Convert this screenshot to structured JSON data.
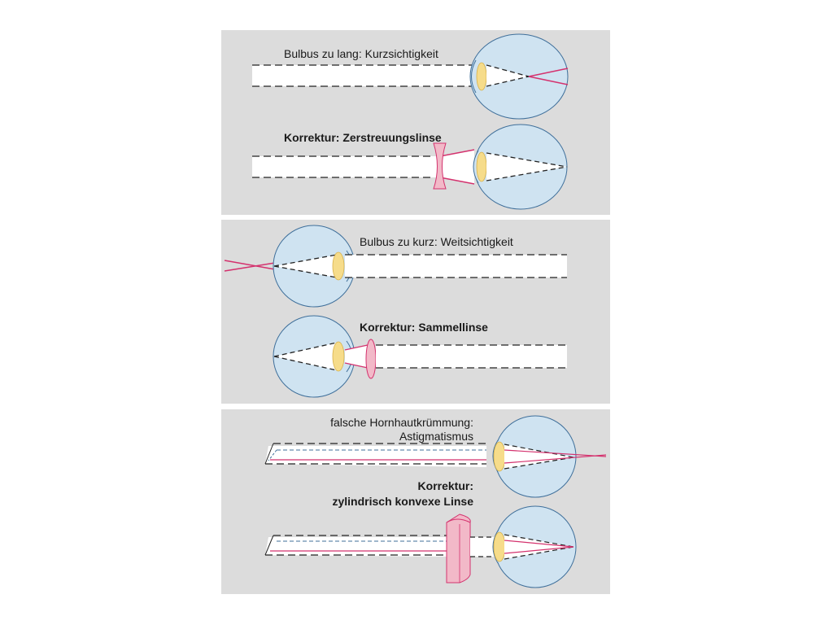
{
  "panel_myopia": {
    "label_problem": "Bulbus zu lang: Kurzsichtigkeit",
    "label_correction": "Korrektur: Zerstreuungslinse"
  },
  "panel_hyperopia": {
    "label_problem": "Bulbus zu kurz: Weitsichtigkeit",
    "label_correction": "Korrektur: Sammellinse"
  },
  "panel_astigmatism": {
    "label_problem_line1": "falsche Hornhautkrümmung:",
    "label_problem_line2": "Astigmatismus",
    "label_correction_line1": "Korrektur:",
    "label_correction_line2": "zylindrisch konvexe Linse"
  },
  "colors": {
    "panel_bg": "#dcdcdc",
    "eye_fill": "#cfe3f1",
    "eye_stroke": "#3f6f9a",
    "lens_fill": "#f6dc8a",
    "ray_correction": "#d4326e",
    "corrective_lens_fill": "#f2b9c8"
  }
}
